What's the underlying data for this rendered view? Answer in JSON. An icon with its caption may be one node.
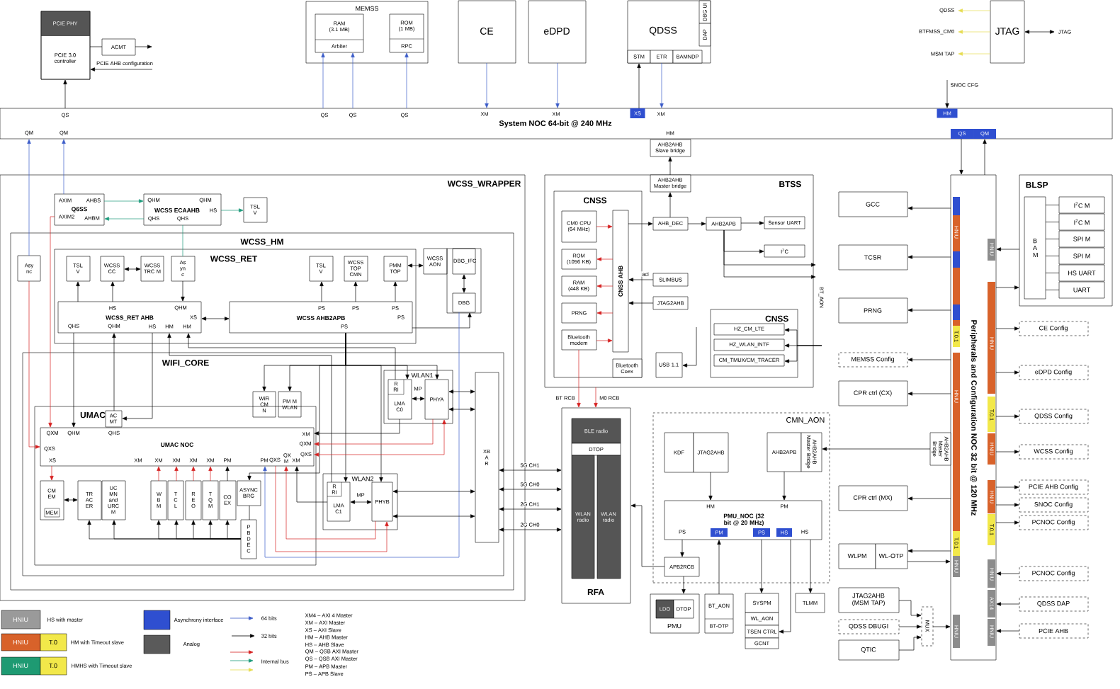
{
  "diagram": {
    "nodes": [
      {
        "text": [
          "PCIE PHY",
          "PCIE 3.0 controller"
        ]
      },
      {
        "text": [
          "ACMT"
        ]
      },
      {
        "text": [
          "MEMSS"
        ]
      },
      {
        "text": [
          "RAM (3.1 MB)",
          "Arbiter"
        ],
        "in": 2
      },
      {
        "text": [
          "ROM (1 MB)",
          "RPC"
        ],
        "in": 2
      },
      {
        "text": [
          "CE"
        ]
      },
      {
        "text": [
          "eDPD"
        ]
      },
      {
        "text": [
          "QDSS"
        ]
      },
      {
        "text": [
          "DBG UI"
        ],
        "in": 7
      },
      {
        "text": [
          "DAP"
        ],
        "in": 7
      },
      {
        "text": [
          "STM"
        ],
        "in": 7
      },
      {
        "text": [
          "ETR"
        ],
        "in": 7
      },
      {
        "text": [
          "BAMNDP"
        ],
        "in": 7
      },
      {
        "text": [
          "JTAG"
        ]
      },
      {
        "text": [
          "QDSS"
        ]
      },
      {
        "text": [
          "BTFMSS_CM0"
        ]
      },
      {
        "text": [
          "MSM TAP"
        ]
      },
      {
        "text": [
          "JTAG"
        ]
      },
      {
        "text": [
          "SNOC CFG"
        ]
      },
      {
        "text": [
          "System NOC 64-bit @ 240 MHz"
        ]
      },
      {
        "text": [
          "AHB2AHB Slave bridge"
        ]
      },
      {
        "text": [
          "WCSS_WRAPPER"
        ]
      },
      {
        "text": [
          "Q6SS"
        ],
        "in": 21
      },
      {
        "text": [
          "WCSS ECAAHB"
        ],
        "in": 21
      },
      {
        "text": [
          "TSL V"
        ],
        "in": 21
      },
      {
        "text": [
          "WCSS_HM"
        ],
        "in": 21
      },
      {
        "text": [
          "Asy nc"
        ],
        "in": 25
      },
      {
        "text": [
          "WCSS_RET"
        ],
        "in": 25
      },
      {
        "text": [
          "TSL V"
        ],
        "in": 27
      },
      {
        "text": [
          "WCSS CC"
        ],
        "in": 27
      },
      {
        "text": [
          "WCSS TRC M"
        ],
        "in": 27
      },
      {
        "text": [
          "As yn c"
        ],
        "in": 27
      },
      {
        "text": [
          "TSL V"
        ],
        "in": 27
      },
      {
        "text": [
          "WCSS TOP CMN"
        ],
        "in": 27
      },
      {
        "text": [
          "PMM TOP"
        ],
        "in": 27
      },
      {
        "text": [
          "WCSS_RET AHB"
        ],
        "in": 27
      },
      {
        "text": [
          "WCSS AHB2APB"
        ],
        "in": 27
      },
      {
        "text": [
          "WCSS AON"
        ],
        "in": 25
      },
      {
        "text": [
          "DBG_IFC"
        ],
        "in": 25
      },
      {
        "text": [
          "DBG"
        ],
        "in": 25
      },
      {
        "text": [
          "WIFI_CORE"
        ],
        "in": 25
      },
      {
        "text": [
          "WiFi CM N"
        ],
        "in": 40
      },
      {
        "text": [
          "PM M WLAN"
        ],
        "in": 40
      },
      {
        "text": [
          "UMAC"
        ],
        "in": 40
      },
      {
        "text": [
          "AC MT"
        ],
        "in": 43
      },
      {
        "text": [
          "UMAC NOC"
        ],
        "in": 43
      },
      {
        "text": [
          "CM EM",
          "MEM"
        ],
        "in": 43
      },
      {
        "text": [
          "TR AC ER"
        ],
        "in": 43
      },
      {
        "text": [
          "UC MN and URC M"
        ],
        "in": 43
      },
      {
        "text": [
          "W B M"
        ],
        "in": 43
      },
      {
        "text": [
          "T C L"
        ],
        "in": 43
      },
      {
        "text": [
          "R E O"
        ],
        "in": 43
      },
      {
        "text": [
          "T Q M"
        ],
        "in": 43
      },
      {
        "text": [
          "CO EX"
        ],
        "in": 43
      },
      {
        "text": [
          "ASYNC BRG"
        ],
        "in": 43
      },
      {
        "text": [
          "P B D E C"
        ],
        "in": 43
      },
      {
        "text": [
          "WLAN1"
        ],
        "in": 40
      },
      {
        "text": [
          "R RI",
          "LMA C0"
        ],
        "in": 56
      },
      {
        "text": [
          "PHYA"
        ],
        "in": 56
      },
      {
        "text": [
          "WLAN2"
        ],
        "in": 40
      },
      {
        "text": [
          "R RI",
          "LMA C1"
        ],
        "in": 59
      },
      {
        "text": [
          "PHYB"
        ],
        "in": 59
      },
      {
        "text": [
          "XB A R"
        ],
        "in": 40
      },
      {
        "text": [
          "BTSS"
        ]
      },
      {
        "text": [
          "AHB2AHB Master bridge"
        ],
        "in": 63
      },
      {
        "text": [
          "CNSS"
        ],
        "in": 63
      },
      {
        "text": [
          "CM0 CPU (64 MHz)"
        ],
        "in": 65
      },
      {
        "text": [
          "ROM (1056 KB)"
        ],
        "in": 65
      },
      {
        "text": [
          "RAM (448 KB)"
        ],
        "in": 65
      },
      {
        "text": [
          "PRNG"
        ],
        "in": 65
      },
      {
        "text": [
          "Bluetooth modem"
        ],
        "in": 65
      },
      {
        "text": [
          "CNSS AHB"
        ],
        "in": 65
      },
      {
        "text": [
          "Bluetooth Coex"
        ],
        "in": 65
      },
      {
        "text": [
          "AHB_DEC"
        ],
        "in": 63
      },
      {
        "text": [
          "AHB2APB"
        ],
        "in": 63
      },
      {
        "text": [
          "Sensor UART"
        ],
        "in": 63
      },
      {
        "text": [
          "I$^{2}$C"
        ],
        "in": 63
      },
      {
        "text": [
          "SLIMBUS"
        ],
        "in": 63
      },
      {
        "text": [
          "JTAG2AHB"
        ],
        "in": 63
      },
      {
        "text": [
          "USB 1.1"
        ],
        "in": 63
      },
      {
        "text": [
          "CNSS"
        ],
        "in": 63
      },
      {
        "text": [
          "HZ_CM_LTE"
        ],
        "in": 80
      },
      {
        "text": [
          "HZ_WLAN_INTF"
        ],
        "in": 80
      },
      {
        "text": [
          "CM_TMUX/CM_TRACER"
        ],
        "in": 80
      },
      {
        "text": [
          "BT_AON"
        ]
      },
      {
        "text": [
          "GCC"
        ]
      },
      {
        "text": [
          "TCSR"
        ]
      },
      {
        "text": [
          "PRNG"
        ]
      },
      {
        "text": [
          "MEMSS Config"
        ]
      },
      {
        "text": [
          "CPR ctrl (CX)"
        ]
      },
      {
        "text": [
          "CPR ctrl (MX)"
        ]
      },
      {
        "text": [
          "WLPM"
        ]
      },
      {
        "text": [
          "WL-OTP"
        ]
      },
      {
        "text": [
          "JTAG2AHB (MSM TAP)"
        ]
      },
      {
        "text": [
          "QDSS DBUGI"
        ]
      },
      {
        "text": [
          "QTIC"
        ]
      },
      {
        "text": [
          "MUX"
        ]
      },
      {
        "text": [
          "Peripherals and Configuration NOC 32 bit @ 120 MHz"
        ]
      },
      {
        "text": [
          "AHB2AHB Master Bridge"
        ]
      },
      {
        "text": [
          "BLSP"
        ]
      },
      {
        "text": [
          "B A M"
        ],
        "in": 99
      },
      {
        "text": [
          "I$^{2}$C M"
        ],
        "in": 99
      },
      {
        "text": [
          "I$^{2}$C M"
        ],
        "in": 99
      },
      {
        "text": [
          "SPI M"
        ],
        "in": 99
      },
      {
        "text": [
          "SPI M"
        ],
        "in": 99
      },
      {
        "text": [
          "HS UART"
        ],
        "in": 99
      },
      {
        "text": [
          "UART"
        ],
        "in": 99
      },
      {
        "text": [
          "CE Config"
        ]
      },
      {
        "text": [
          "eDPD Config"
        ]
      },
      {
        "text": [
          "QDSS Config"
        ]
      },
      {
        "text": [
          "WCSS Config"
        ]
      },
      {
        "text": [
          "PCIE AHB Config"
        ]
      },
      {
        "text": [
          "SNOC Config"
        ]
      },
      {
        "text": [
          "PCNOC Config"
        ]
      },
      {
        "text": [
          "PCNOC Config"
        ]
      },
      {
        "text": [
          "QDSS DAP"
        ]
      },
      {
        "text": [
          "PCIE AHB"
        ]
      },
      {
        "text": [
          "RFA"
        ]
      },
      {
        "text": [
          "BLE radio"
        ],
        "in": 117
      },
      {
        "text": [
          "DTOP"
        ],
        "in": 117
      },
      {
        "text": [
          "WLAN radio"
        ],
        "in": 117
      },
      {
        "text": [
          "WLAN radio"
        ],
        "in": 117
      },
      {
        "text": [
          "CMN_AON"
        ]
      },
      {
        "text": [
          "KDF"
        ],
        "in": 122
      },
      {
        "text": [
          "JTAG2AHB"
        ],
        "in": 122
      },
      {
        "text": [
          "AHB2APB"
        ],
        "in": 122
      },
      {
        "text": [
          "AHB2AHB Master Bridge"
        ],
        "in": 122
      },
      {
        "text": [
          "PMU_NOC (32 bit @ 20 MHz)"
        ],
        "in": 122
      },
      {
        "text": [
          "APB2RCB"
        ],
        "in": 122
      },
      {
        "text": [
          "PMU"
        ]
      },
      {
        "text": [
          "LDO"
        ],
        "in": 129
      },
      {
        "text": [
          "DTOP"
        ],
        "in": 129
      },
      {
        "text": [
          "BT_AON",
          "BT-OTP"
        ]
      },
      {
        "text": [
          "SYSPM"
        ]
      },
      {
        "text": [
          "WL_AON"
        ]
      },
      {
        "text": [
          "TSEN CTRL"
        ]
      },
      {
        "text": [
          "GCNT"
        ]
      },
      {
        "text": [
          "TLMM"
        ]
      }
    ],
    "edges": [
      {
        "from": 19,
        "to": 0,
        "arrow": "to"
      },
      {
        "from": 0,
        "to": 1,
        "arrow": "none"
      },
      {
        "from": 1,
        "to": null,
        "arrow": "to"
      },
      {
        "from": null,
        "to": 0,
        "arrow": "to",
        "label": "PCIE AHB configuration"
      },
      {
        "from": 19,
        "to": 3,
        "arrow": "to",
        "color": "#3b5bc8"
      },
      {
        "from": 19,
        "to": 3,
        "arrow": "to",
        "color": "#3b5bc8"
      },
      {
        "from": 19,
        "to": 4,
        "arrow": "to",
        "color": "#3b5bc8"
      },
      {
        "from": 5,
        "to": 19,
        "arrow": "to",
        "color": "#3b5bc8"
      },
      {
        "from": 6,
        "to": 19,
        "arrow": "to",
        "color": "#3b5bc8"
      },
      {
        "from": 19,
        "to": 10,
        "arrow": "to"
      },
      {
        "from": 11,
        "to": 19,
        "arrow": "to",
        "color": "#3b5bc8"
      },
      {
        "from": 13,
        "to": 14,
        "arrow": "to",
        "color": "#e6dc50"
      },
      {
        "from": 13,
        "to": 15,
        "arrow": "to",
        "color": "#e6dc50"
      },
      {
        "from": 13,
        "to": 16,
        "arrow": "to",
        "color": "#e6dc50"
      },
      {
        "from": 13,
        "to": 17,
        "arrow": "both"
      },
      {
        "from": 18,
        "to": 19,
        "arrow": "to"
      },
      {
        "from": 64,
        "to": 20,
        "arrow": "to"
      },
      {
        "from": 73,
        "to": 64,
        "arrow": "to"
      },
      {
        "from": 19,
        "to": 97,
        "arrow": "to"
      },
      {
        "from": 97,
        "to": 19,
        "arrow": "to"
      },
      {
        "from": 26,
        "to": 19,
        "arrow": "to",
        "color": "#3b5bc8"
      },
      {
        "from": 22,
        "to": 19,
        "arrow": "to",
        "color": "#3b5bc8"
      },
      {
        "from": 22,
        "to": 23,
        "arrow": "to",
        "color": "#1a9a7a"
      },
      {
        "from": 23,
        "to": 22,
        "arrow": "to",
        "color": "#1a9a7a"
      },
      {
        "from": 23,
        "to": 24,
        "arrow": "to",
        "color": "#1a9a7a"
      },
      {
        "from": 23,
        "to": 31,
        "arrow": "none",
        "color": "#1a9a7a"
      },
      {
        "from": 31,
        "to": 35,
        "arrow": "to"
      },
      {
        "from": 35,
        "to": 28,
        "arrow": "to"
      },
      {
        "from": 35,
        "to": 29,
        "arrow": "to"
      },
      {
        "from": 29,
        "to": 30,
        "arrow": "both"
      },
      {
        "from": 35,
        "to": 36,
        "arrow": "both"
      },
      {
        "from": 36,
        "to": 32,
        "arrow": "to"
      },
      {
        "from": 36,
        "to": 33,
        "arrow": "to"
      },
      {
        "from": 36,
        "to": 34,
        "arrow": "to"
      },
      {
        "from": 34,
        "to": 37,
        "arrow": "both"
      },
      {
        "from": 38,
        "to": 39,
        "arrow": "both"
      },
      {
        "from": 36,
        "to": 39,
        "arrow": "to"
      },
      {
        "from": 39,
        "to": 45,
        "arrow": "to",
        "color": "#3b5bc8"
      },
      {
        "from": 22,
        "to": 45,
        "arrow": "to",
        "color": "#d62020"
      },
      {
        "from": 26,
        "to": 45,
        "arrow": "to",
        "color": "#d62020"
      },
      {
        "from": 35,
        "to": 45,
        "arrow": "to"
      },
      {
        "from": 44,
        "to": 35,
        "arrow": "to"
      },
      {
        "from": 35,
        "to": 44,
        "arrow": "to"
      },
      {
        "from": 60,
        "to": 35,
        "arrow": "to"
      },
      {
        "from": 57,
        "to": 35,
        "arrow": "to"
      },
      {
        "from": 36,
        "to": 54,
        "arrow": "to"
      },
      {
        "from": 36,
        "to": 41,
        "arrow": "to"
      },
      {
        "from": 36,
        "to": 42,
        "arrow": "to"
      },
      {
        "from": 36,
        "to": 57,
        "arrow": "to"
      },
      {
        "from": 36,
        "to": 58,
        "arrow": "to"
      },
      {
        "from": 36,
        "to": 60,
        "arrow": "to"
      },
      {
        "from": 36,
        "to": 61,
        "arrow": "to"
      },
      {
        "from": 57,
        "to": 45,
        "arrow": "to"
      },
      {
        "from": 58,
        "to": 45,
        "arrow": "to",
        "color": "#d62020"
      },
      {
        "from": 45,
        "to": 58,
        "arrow": "both",
        "color": "#d62020"
      },
      {
        "from": 61,
        "to": 45,
        "arrow": "to",
        "color": "#d62020"
      },
      {
        "from": 45,
        "to": 61,
        "arrow": "to",
        "color": "#d62020"
      },
      {
        "from": 60,
        "to": 45,
        "arrow": "to"
      },
      {
        "from": 57,
        "to": 58,
        "arrow": "both"
      },
      {
        "from": 60,
        "to": 61,
        "arrow": "both"
      },
      {
        "from": 58,
        "to": 62,
        "arrow": "both"
      },
      {
        "from": 58,
        "to": 62,
        "arrow": "both"
      },
      {
        "from": 61,
        "to": 62,
        "arrow": "both"
      },
      {
        "from": 61,
        "to": 62,
        "arrow": "both"
      },
      {
        "from": 62,
        "to": 117,
        "arrow": "both",
        "label": "5G CH1"
      },
      {
        "from": 62,
        "to": 117,
        "arrow": "both",
        "label": "5G CH0"
      },
      {
        "from": 62,
        "to": 117,
        "arrow": "both",
        "label": "2G CH1"
      },
      {
        "from": 62,
        "to": 117,
        "arrow": "both",
        "label": "2G CH0"
      },
      {
        "from": 45,
        "to": 46,
        "arrow": "to",
        "color": "#d62020"
      },
      {
        "from": 46,
        "to": 47,
        "arrow": "both"
      },
      {
        "from": 49,
        "to": 45,
        "arrow": "to",
        "color": "#d62020"
      },
      {
        "from": 50,
        "to": 45,
        "arrow": "to",
        "color": "#d62020"
      },
      {
        "from": 51,
        "to": 45,
        "arrow": "to",
        "color": "#d62020"
      },
      {
        "from": 52,
        "to": 45,
        "arrow": "to",
        "color": "#d62020"
      },
      {
        "from": 53,
        "to": 45,
        "arrow": "to"
      },
      {
        "from": 55,
        "to": 47,
        "arrow": "to"
      },
      {
        "from": 55,
        "to": 48,
        "arrow": "to"
      },
      {
        "from": 55,
        "to": 49,
        "arrow": "to"
      },
      {
        "from": 55,
        "to": 50,
        "arrow": "to"
      },
      {
        "from": 55,
        "to": 51,
        "arrow": "to"
      },
      {
        "from": 55,
        "to": 52,
        "arrow": "to"
      },
      {
        "from": 55,
        "to": 53,
        "arrow": "to"
      },
      {
        "from": 54,
        "to": 55,
        "arrow": "none"
      },
      {
        "from": 71,
        "to": 73,
        "arrow": "to"
      },
      {
        "from": 73,
        "to": 74,
        "arrow": "to"
      },
      {
        "from": 74,
        "to": 75,
        "arrow": "to"
      },
      {
        "from": 74,
        "to": 76,
        "arrow": "to"
      },
      {
        "from": 74,
        "to": 84,
        "arrow": "to"
      },
      {
        "from": 74,
        "to": 84,
        "arrow": "to"
      },
      {
        "from": 66,
        "to": 71,
        "arrow": "to",
        "color": "#d62020"
      },
      {
        "from": 71,
        "to": 67,
        "arrow": "to",
        "color": "#d62020"
      },
      {
        "from": 71,
        "to": 68,
        "arrow": "to",
        "color": "#d62020"
      },
      {
        "from": 71,
        "to": 69,
        "arrow": "to",
        "color": "#d62020"
      },
      {
        "from": 70,
        "to": 71,
        "arrow": "to",
        "color": "#d62020"
      },
      {
        "from": 77,
        "to": 71,
        "arrow": "to",
        "label": "aci"
      },
      {
        "from": 78,
        "to": 71,
        "arrow": "to"
      },
      {
        "from": null,
        "to": 79,
        "arrow": "to"
      },
      {
        "from": null,
        "to": 81,
        "arrow": "to"
      },
      {
        "from": null,
        "to": 82,
        "arrow": "to"
      },
      {
        "from": null,
        "to": 83,
        "arrow": "to"
      },
      {
        "from": 70,
        "to": 117,
        "arrow": "to",
        "color": "#d62020",
        "label": "BT RCB"
      },
      {
        "from": 63,
        "to": 117,
        "arrow": "to",
        "color": "#d62020",
        "label": "M0 RCB"
      },
      {
        "from": 128,
        "to": 117,
        "arrow": "to"
      },
      {
        "from": 124,
        "to": 127,
        "arrow": "to"
      },
      {
        "from": 125,
        "to": 127,
        "arrow": "to"
      },
      {
        "from": 127,
        "to": 128,
        "arrow": "to"
      },
      {
        "from": 128,
        "to": 129,
        "arrow": "to"
      },
      {
        "from": 132,
        "to": 127,
        "arrow": "to"
      },
      {
        "from": 127,
        "to": 133,
        "arrow": "to"
      },
      {
        "from": 127,
        "to": 135,
        "arrow": "to"
      },
      {
        "from": 127,
        "to": 137,
        "arrow": "to"
      },
      {
        "from": 98,
        "to": 126,
        "arrow": "to"
      },
      {
        "from": 97,
        "to": 85,
        "arrow": "to"
      },
      {
        "from": 97,
        "to": 86,
        "arrow": "to"
      },
      {
        "from": 97,
        "to": 87,
        "arrow": "to"
      },
      {
        "from": 97,
        "to": 88,
        "arrow": "to"
      },
      {
        "from": 97,
        "to": 89,
        "arrow": "to"
      },
      {
        "from": 97,
        "to": 90,
        "arrow": "to"
      },
      {
        "from": 97,
        "to": 92,
        "arrow": "to"
      },
      {
        "from": 92,
        "to": 97,
        "arrow": "to"
      },
      {
        "from": 93,
        "to": 96,
        "arrow": "to"
      },
      {
        "from": 94,
        "to": 96,
        "arrow": "to"
      },
      {
        "from": 95,
        "to": 96,
        "arrow": "to"
      },
      {
        "from": 96,
        "to": 97,
        "arrow": "to"
      },
      {
        "from": 99,
        "to": 97,
        "arrow": "to"
      },
      {
        "from": 97,
        "to": 99,
        "arrow": "to"
      },
      {
        "from": 97,
        "to": 107,
        "arrow": "to"
      },
      {
        "from": 97,
        "to": 108,
        "arrow": "to"
      },
      {
        "from": 97,
        "to": 109,
        "arrow": "to"
      },
      {
        "from": 97,
        "to": 110,
        "arrow": "to"
      },
      {
        "from": 97,
        "to": 111,
        "arrow": "to"
      },
      {
        "from": 97,
        "to": 112,
        "arrow": "to"
      },
      {
        "from": 97,
        "to": 113,
        "arrow": "to"
      },
      {
        "from": 114,
        "to": 97,
        "arrow": "to"
      },
      {
        "from": 115,
        "to": 97,
        "arrow": "to"
      },
      {
        "from": 116,
        "to": 97,
        "arrow": "to"
      },
      {
        "from": 100,
        "to": 101,
        "arrow": "none"
      },
      {
        "from": 100,
        "to": 102,
        "arrow": "none"
      },
      {
        "from": 100,
        "to": 103,
        "arrow": "none"
      },
      {
        "from": 100,
        "to": 104,
        "arrow": "none"
      },
      {
        "from": 100,
        "to": 105,
        "arrow": "none"
      },
      {
        "from": 100,
        "to": 106,
        "arrow": "none"
      }
    ],
    "labels": [
      "QS",
      "QM",
      "QM",
      "QS",
      "QS",
      "QS",
      "XM",
      "XM",
      "XS",
      "XM",
      "HM",
      "HM",
      "QS",
      "QM",
      "AXIM",
      "AHBS",
      "AXIM2",
      "AHBM",
      "QHM",
      "QHM",
      "HS",
      "QHS",
      "QHS",
      "HS",
      "QHM",
      "XS",
      "QHS",
      "QHM",
      "HS",
      "HM",
      "HM",
      "PS",
      "PS",
      "PS",
      "PS",
      "PS",
      "QXM",
      "QHM",
      "QHS",
      "QXS",
      "XS",
      "XM",
      "XM",
      "XM",
      "XM",
      "XM",
      "PM",
      "PM",
      "QXS",
      "QX M",
      "XM",
      "XM",
      "QXM",
      "QXS",
      "MP",
      "MP",
      "HM",
      "PM",
      "PS",
      "PM",
      "PS",
      "HS",
      "HS",
      "HNIU",
      "T.0.1",
      "HNIU",
      "T.0.1",
      "HNIU",
      "HNIU",
      "HNIU",
      "HNIU",
      "T.0.1",
      "HNIU",
      "HNIU",
      "T.0.1",
      "HNIU",
      "AX14",
      "HNIU",
      "HNIU",
      "HNIU",
      "T.0",
      "HNIU",
      "T.0",
      "XM4 – AXI 4 Master",
      "XM – AXI Master",
      "XS – AXI Slave",
      "HM – AHB Master",
      "HS – AHB Slave",
      "QM – QSB AXI Master",
      "QS – QSB AXI Master",
      "PM – APB Master",
      "PS – APB Slave"
    ],
    "legend": [
      {
        "text": "HS with master",
        "color": "#9a9a9a"
      },
      {
        "text": "HM with Timeout slave",
        "color": "#d8622a"
      },
      {
        "text": "HMHS with Timeout slave",
        "color": "#1e9a72"
      },
      {
        "text": "Asynchrony interface",
        "color": "#2f4fd0"
      },
      {
        "text": "Analog",
        "color": "#5a5a5a"
      },
      {
        "text": "64 bits"
      },
      {
        "text": "32 bits"
      },
      {
        "text": "Internal bus"
      }
    ]
  }
}
